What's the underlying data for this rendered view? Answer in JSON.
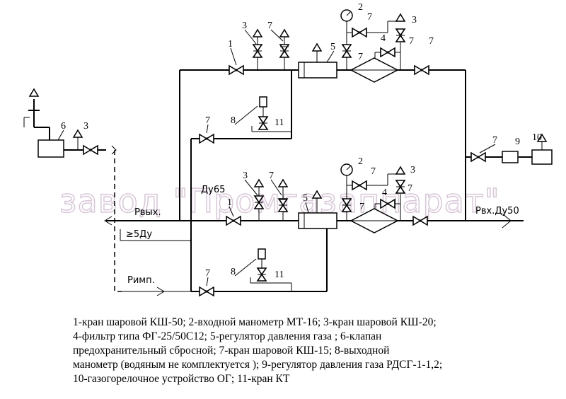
{
  "diagram": {
    "labels": {
      "p_out": "Рвых.",
      "p_in": "Рвх.Ду50",
      "p_imp": "Римп.",
      "dn_out": "Ду65",
      "dist": "≥5Ду"
    },
    "numbers": {
      "n1": "1",
      "n2": "2",
      "n3": "3",
      "n4": "4",
      "n5": "5",
      "n6": "6",
      "n7": "7",
      "n8": "8",
      "n9": "9",
      "n10": "10",
      "n11": "11"
    },
    "watermark": "завод \"Промгазаппарат\""
  },
  "legend": [
    "1-кран шаровой КШ-50; 2-входной манометр МТ-16; 3-кран шаровой КШ-20;",
    "4-фильтр типа ФГ-25/50С12; 5-регулятор давления газа ; 6-клапан",
    "предохранительный сбросной; 7-кран шаровой КШ-15; 8-выходной",
    "манометр (водяным не комплектуется ); 9-регулятор давления газа РДСГ-1-1,2;",
    "10-газогорелочное устройство ОГ; 11-кран КТ"
  ],
  "icons": [
    "ball-valve-icon",
    "pressure-gauge-icon",
    "gas-filter-icon",
    "pressure-regulator-icon",
    "relief-valve-icon",
    "gas-burner-icon",
    "flow-arrow-icon"
  ]
}
